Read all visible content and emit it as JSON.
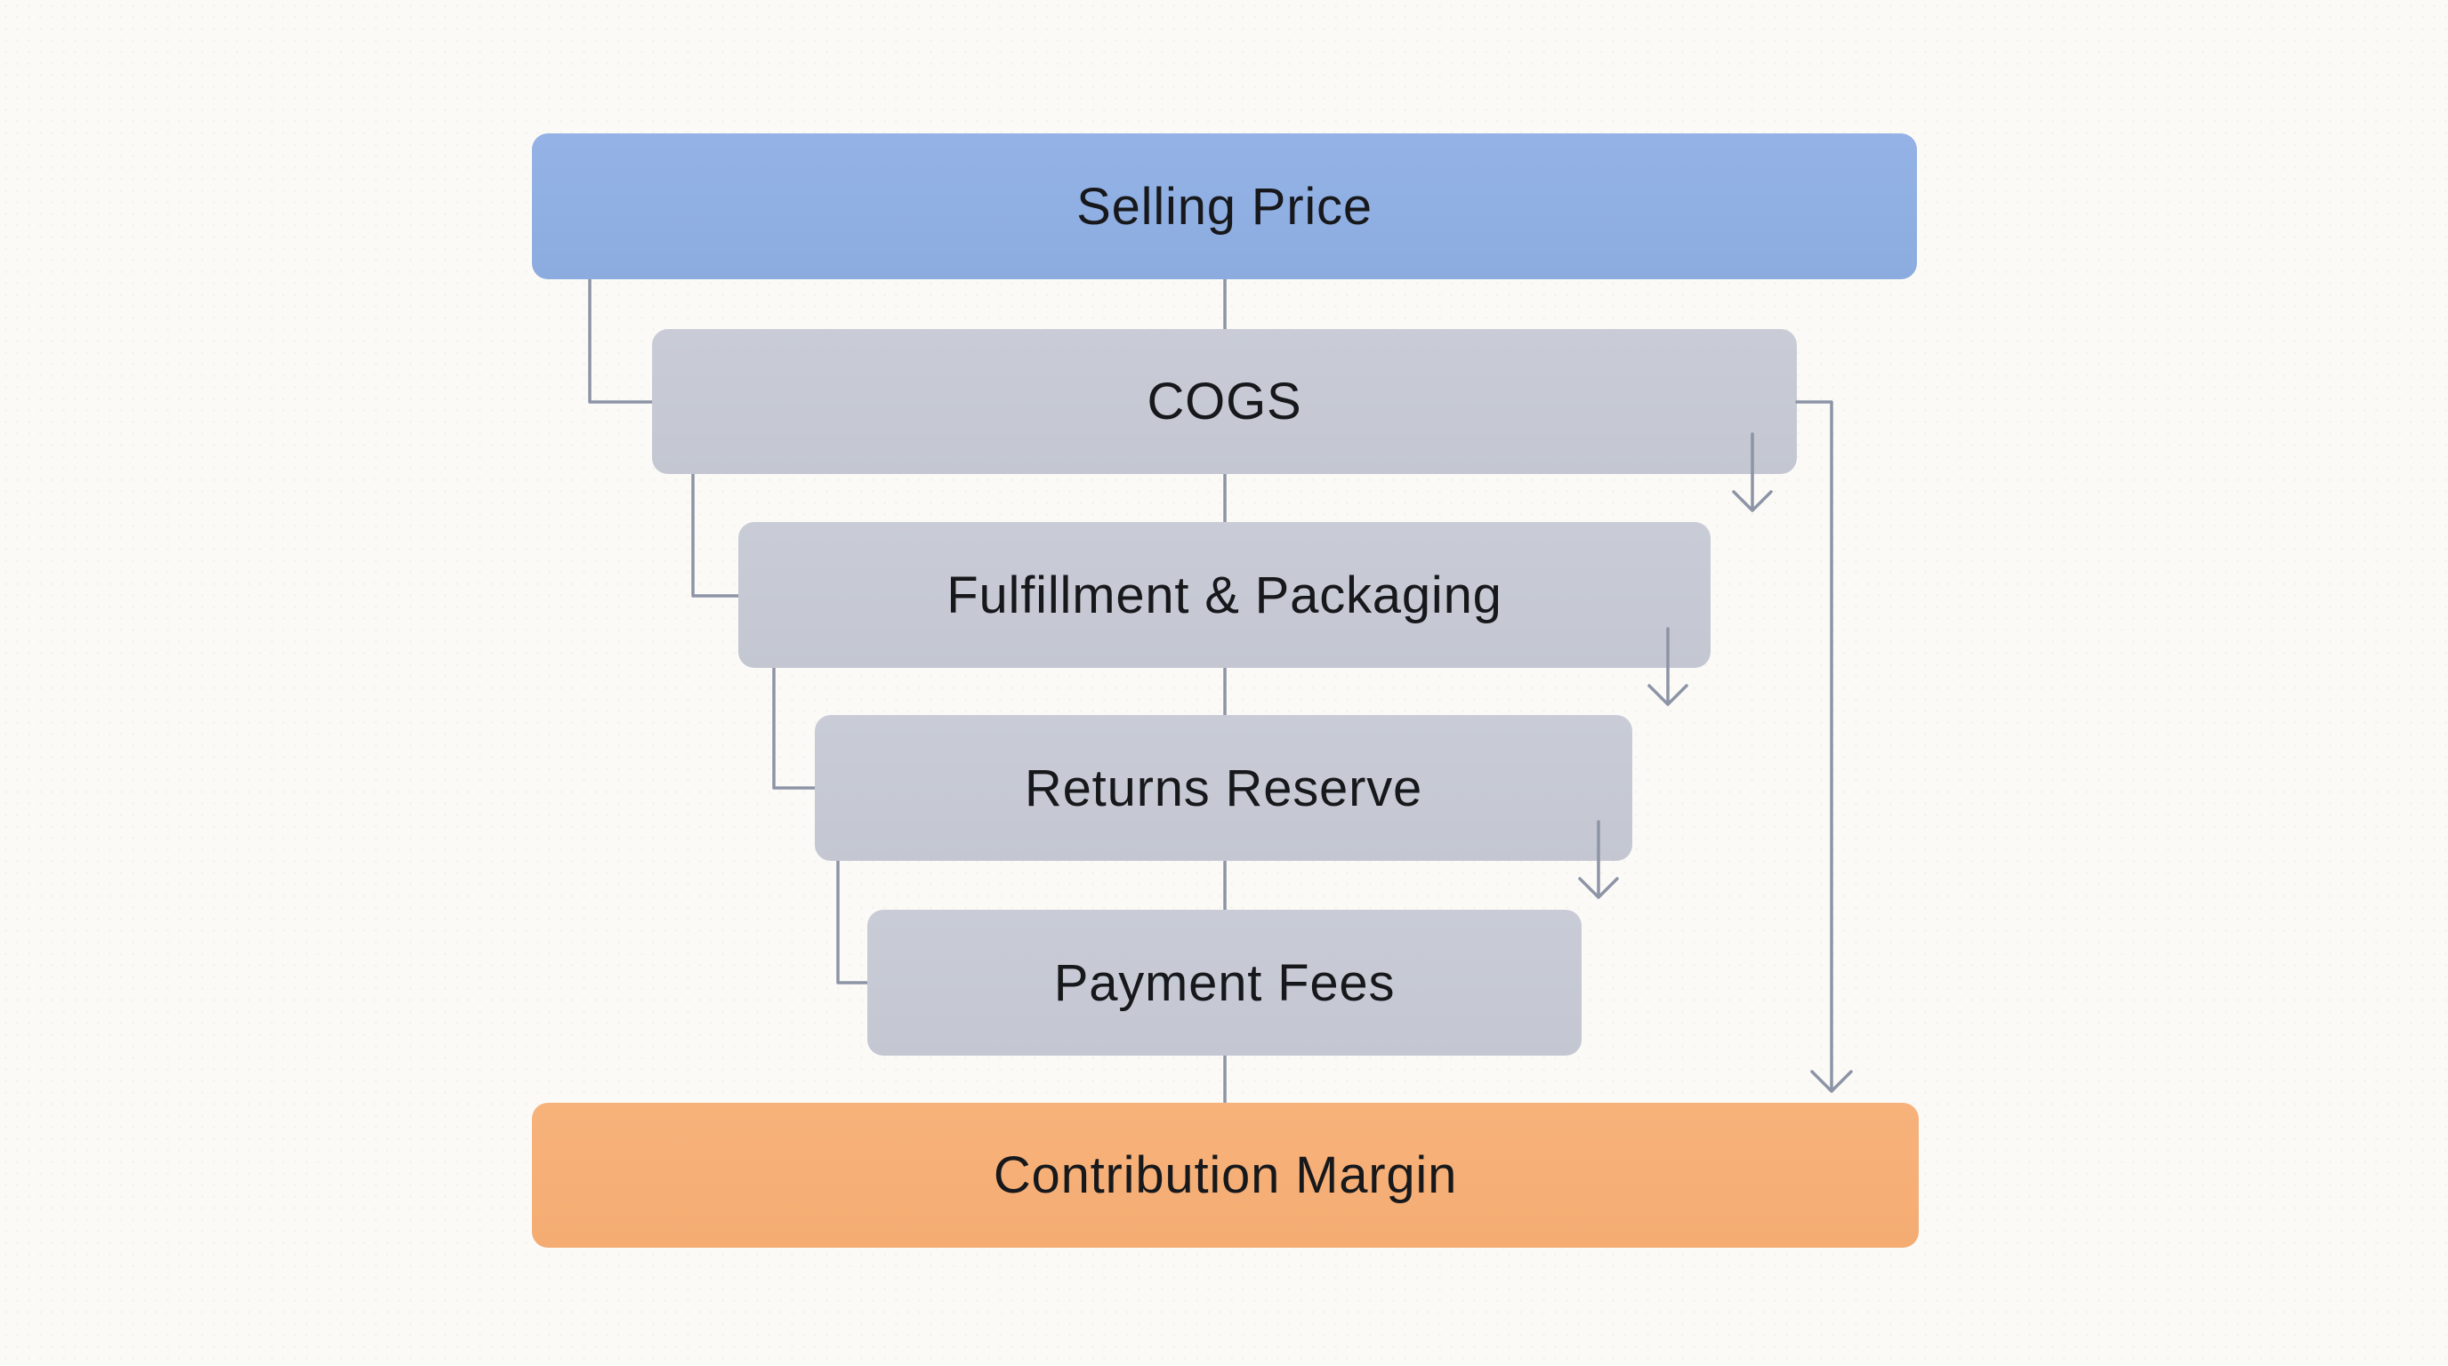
{
  "diagram": {
    "kind": "waterfall-flowchart",
    "nodes": [
      {
        "id": "selling-price",
        "label": "Selling Price",
        "role": "start",
        "fill": "#90AFE2"
      },
      {
        "id": "cogs",
        "label": "COGS",
        "role": "deduction",
        "fill": "#C7CAD5"
      },
      {
        "id": "fulfillment",
        "label": "Fulfillment & Packaging",
        "role": "deduction",
        "fill": "#C7CAD5"
      },
      {
        "id": "returns-reserve",
        "label": "Returns Reserve",
        "role": "deduction",
        "fill": "#C7CAD5"
      },
      {
        "id": "payment-fees",
        "label": "Payment Fees",
        "role": "deduction",
        "fill": "#C7CAD5"
      },
      {
        "id": "contribution-margin",
        "label": "Contribution Margin",
        "role": "result",
        "fill": "#F6B077"
      }
    ],
    "edges": [
      {
        "from": "selling-price",
        "to": "cogs",
        "style": "left-elbow-line"
      },
      {
        "from": "cogs",
        "to": "fulfillment",
        "style": "left-elbow-line"
      },
      {
        "from": "fulfillment",
        "to": "returns-reserve",
        "style": "left-elbow-line"
      },
      {
        "from": "returns-reserve",
        "to": "payment-fees",
        "style": "left-elbow-line"
      },
      {
        "from": "selling-price",
        "to": "contribution-margin",
        "style": "center-spine-line"
      },
      {
        "from": "cogs",
        "to": "fulfillment",
        "style": "down-arrow-right"
      },
      {
        "from": "fulfillment",
        "to": "returns-reserve",
        "style": "down-arrow-right"
      },
      {
        "from": "returns-reserve",
        "to": "payment-fees",
        "style": "down-arrow-right"
      },
      {
        "from": "cogs",
        "to": "contribution-margin",
        "style": "right-bypass-arrow"
      }
    ],
    "colors": {
      "background": "#FBFAF7",
      "connector": "#8D94A6",
      "text": "#17181B",
      "start_fill": "#90AFE2",
      "deduction_fill": "#C7CAD5",
      "result_fill": "#F6B077"
    }
  }
}
